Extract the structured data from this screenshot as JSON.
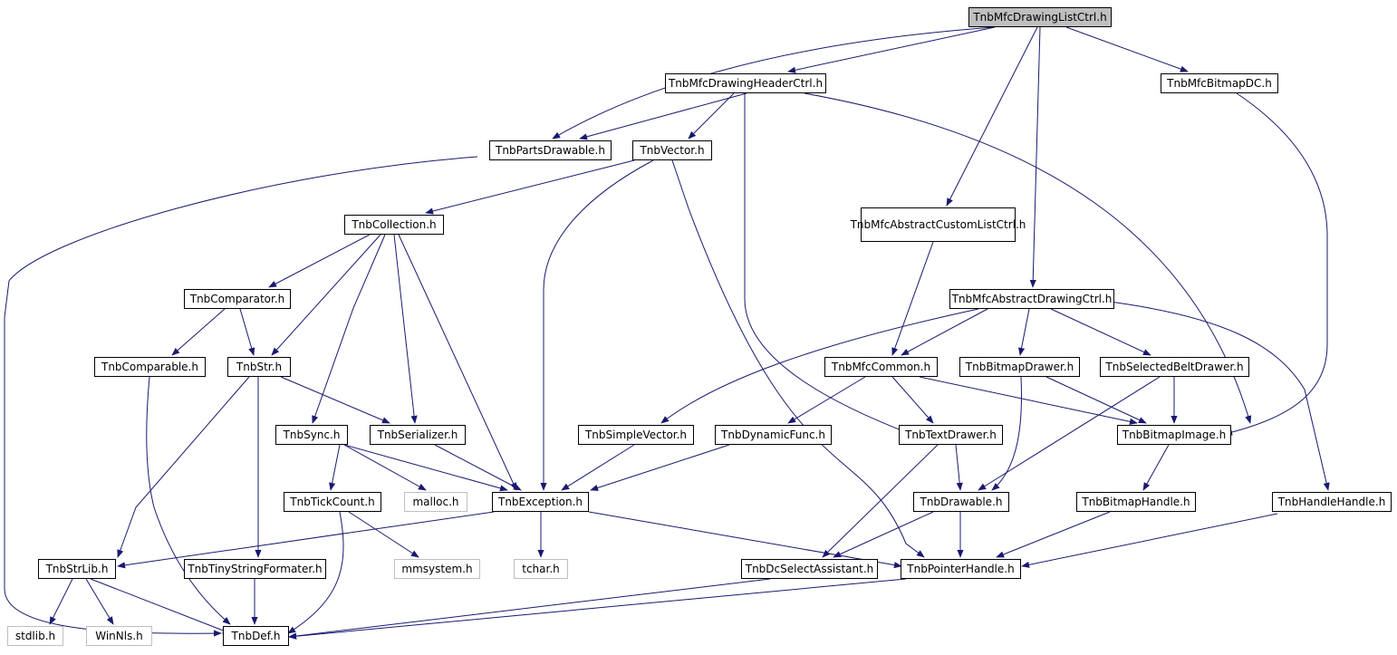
{
  "colors": {
    "edge": "#191970",
    "node_border": "#000000",
    "system_border": "#bfbfbf",
    "root_fill": "#bfbfbf"
  },
  "nodes": {
    "n1": {
      "label": "TnbMfcDrawingListCtrl.h"
    },
    "n2": {
      "label": "TnbMfcDrawingHeaderCtrl.h"
    },
    "n3": {
      "label": "TnbMfcBitmapDC.h"
    },
    "n4": {
      "label": "TnbPartsDrawable.h"
    },
    "n5": {
      "label": "TnbVector.h"
    },
    "n6": {
      "label": "TnbMfcAbstractCustomListCtrl.h"
    },
    "n7": {
      "label": "TnbCollection.h"
    },
    "n8": {
      "label": "TnbMfcAbstractDrawingCtrl.h"
    },
    "n9": {
      "label": "TnbComparator.h"
    },
    "n10": {
      "label": "TnbComparable.h"
    },
    "n11": {
      "label": "TnbStr.h"
    },
    "n12": {
      "label": "TnbMfcCommon.h"
    },
    "n13": {
      "label": "TnbBitmapDrawer.h"
    },
    "n14": {
      "label": "TnbSelectedBeltDrawer.h"
    },
    "n15": {
      "label": "TnbSync.h"
    },
    "n16": {
      "label": "TnbSerializer.h"
    },
    "n17": {
      "label": "TnbSimpleVector.h"
    },
    "n18": {
      "label": "TnbDynamicFunc.h"
    },
    "n19": {
      "label": "TnbTextDrawer.h"
    },
    "n20": {
      "label": "TnbBitmapImage.h"
    },
    "n21": {
      "label": "TnbTickCount.h"
    },
    "n22": {
      "label": "malloc.h"
    },
    "n23": {
      "label": "TnbException.h"
    },
    "n24": {
      "label": "TnbDrawable.h"
    },
    "n25": {
      "label": "TnbBitmapHandle.h"
    },
    "n26": {
      "label": "TnbHandleHandle.h"
    },
    "n27": {
      "label": "TnbStrLib.h"
    },
    "n28": {
      "label": "TnbTinyStringFormater.h"
    },
    "n29": {
      "label": "mmsystem.h"
    },
    "n30": {
      "label": "tchar.h"
    },
    "n31": {
      "label": "TnbDcSelectAssistant.h"
    },
    "n32": {
      "label": "TnbPointerHandle.h"
    },
    "n33": {
      "label": "stdlib.h"
    },
    "n34": {
      "label": "WinNls.h"
    },
    "n35": {
      "label": "TnbDef.h"
    }
  }
}
